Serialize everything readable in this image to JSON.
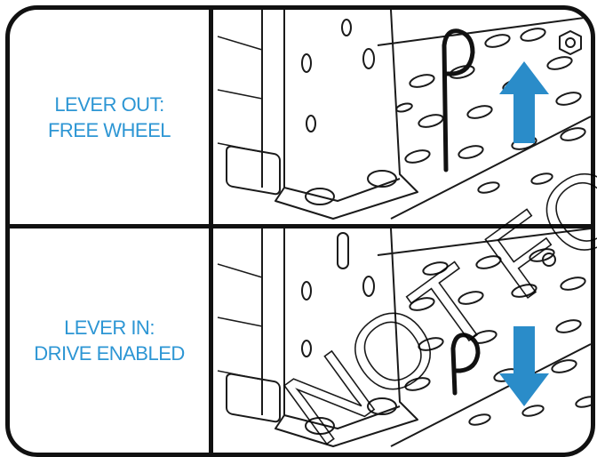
{
  "panels": [
    {
      "label_lines": [
        "LEVER OUT:",
        "FREE WHEEL"
      ],
      "arrow": "up"
    },
    {
      "label_lines": [
        "LEVER IN:",
        "DRIVE ENABLED"
      ],
      "arrow": "down"
    }
  ],
  "watermark_text": "NOT FOR PRINT",
  "colors": {
    "label": "#2d96d4",
    "arrow": "#2a8cc9",
    "frame": "#111111",
    "line_art": "#1a1a1a"
  },
  "icons": {
    "top_arrow": "arrow-up-icon",
    "bottom_arrow": "arrow-down-icon",
    "lever": "lever-pin-icon"
  }
}
